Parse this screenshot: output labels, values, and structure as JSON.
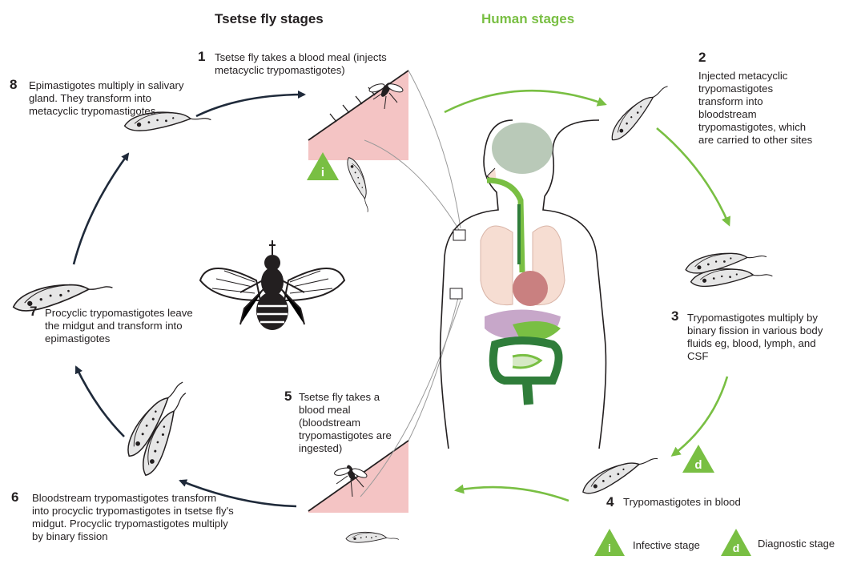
{
  "headers": {
    "tsetse": "Tsetse fly stages",
    "human": "Human stages"
  },
  "steps": [
    {
      "num": "1",
      "text": "Tsetse fly takes a blood meal (injects metacyclic trypomastigotes)"
    },
    {
      "num": "2",
      "text": "Injected metacyclic trypomastigotes transform into bloodstream trypomastigotes, which are carried to other sites"
    },
    {
      "num": "3",
      "text": "Trypomastigotes multiply by binary fission in various body fluids eg, blood, lymph, and CSF"
    },
    {
      "num": "4",
      "text": "Trypomastigotes in blood"
    },
    {
      "num": "5",
      "text": "Tsetse fly takes a blood meal (bloodstream trypomastigotes are ingested)"
    },
    {
      "num": "6",
      "text": "Bloodstream trypomastigotes transform into procyclic trypomastigotes in tsetse fly's midgut. Procyclic trypomastigotes multiply by binary fission"
    },
    {
      "num": "7",
      "text": "Procyclic trypomastigotes leave the midgut and transform into epimastigotes"
    },
    {
      "num": "8",
      "text": "Epimastigotes multiply in salivary gland. They transform into metacyclic trypomastigotes"
    }
  ],
  "markers": {
    "infective": "i",
    "diagnostic": "d"
  },
  "legend": {
    "infective": "Infective stage",
    "diagnostic": "Diagnostic stage"
  },
  "colors": {
    "green": "#79bf43",
    "arrow_dark": "#1f2a3a",
    "skin_pink": "#f4c4c4",
    "brain": "#b9c9b8",
    "lung": "#f6ddd2",
    "intestine": "#2f7d3a",
    "stomach": "#c7a7c9"
  }
}
